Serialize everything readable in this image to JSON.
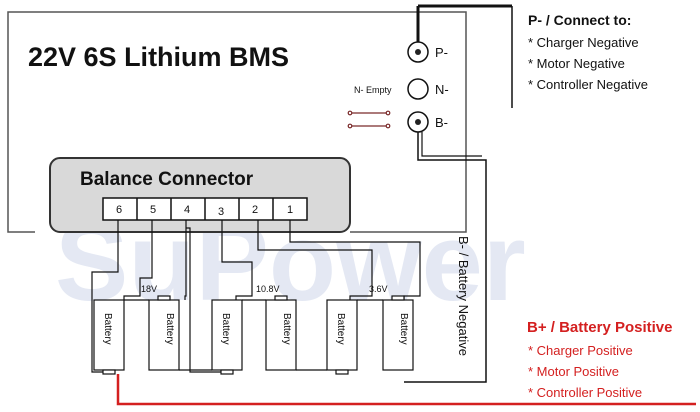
{
  "title": "22V  6S  Lithium BMS",
  "watermark": "SuPower",
  "balance_connector": {
    "label": "Balance Connector",
    "pins": [
      "6",
      "5",
      "4",
      "3",
      "2",
      "1"
    ]
  },
  "terminals": {
    "p_minus": "P-",
    "n_minus": "N-",
    "n_minus_note": "N- Empty",
    "b_minus": "B-"
  },
  "voltages": {
    "v18": "18V",
    "v108": "10.8V",
    "v36": "3.6V"
  },
  "battery_label": "Battery",
  "b_minus_wire_label": "B- / Battery Negative",
  "p_minus_info": {
    "heading": "P- / Connect to:",
    "items": [
      "* Charger Negative",
      "* Motor Negative",
      "* Controller Negative"
    ]
  },
  "b_plus_info": {
    "heading": "B+ / Battery Positive",
    "items": [
      "* Charger Positive",
      "* Motor Positive",
      "* Controller Positive"
    ]
  },
  "colors": {
    "wire": "#111111",
    "positive": "#d42020",
    "watermark": "#cfd7ea",
    "connector_fill": "#d9d9d9",
    "box": "#555555"
  }
}
